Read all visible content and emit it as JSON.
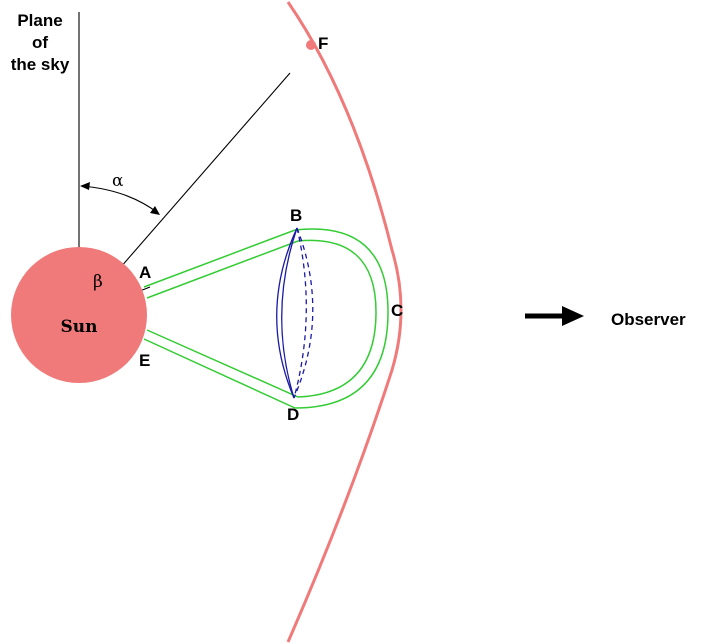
{
  "labels": {
    "plane_line1": "Plane",
    "plane_line2": "of",
    "plane_line3": "the sky",
    "alpha": "α",
    "beta": "β",
    "sun": "Sun",
    "A": "A",
    "B": "B",
    "C": "C",
    "D": "D",
    "E": "E",
    "F": "F",
    "observer": "Observer"
  },
  "colors": {
    "sun": "#f07a7a",
    "shock_front": "#f07a7a",
    "flux_rope": "#33cc33",
    "front_arcs": "#1a1aa6",
    "lines": "#000000"
  }
}
